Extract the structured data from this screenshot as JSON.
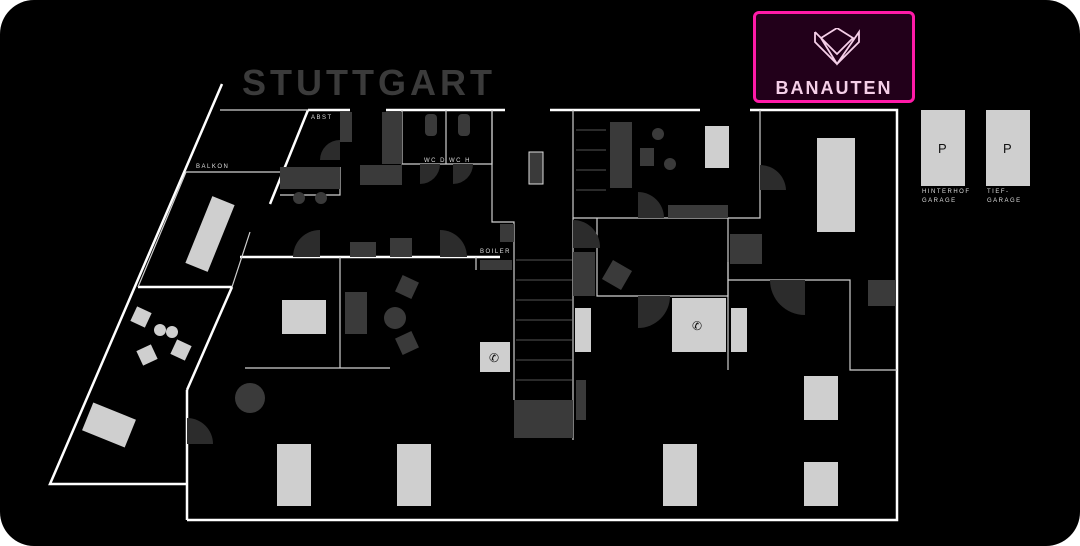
{
  "city_title": "STUTTGART",
  "brand": {
    "name": "BANAUTEN",
    "accent": "#ff1aa8",
    "background": "#22001a"
  },
  "room_labels": {
    "abst": "ABST",
    "balkon": "BALKON",
    "wc_d": "WC D",
    "wc_h": "WC H",
    "boiler": "BOILER"
  },
  "parking": [
    {
      "symbol": "P",
      "label_line1": "HINTERHOF",
      "label_line2": "GARAGE"
    },
    {
      "symbol": "P",
      "label_line1": "TIEF-",
      "label_line2": "GARAGE"
    }
  ],
  "icons": [
    "crown-logo-icon",
    "phone-icon",
    "phone-icon"
  ]
}
